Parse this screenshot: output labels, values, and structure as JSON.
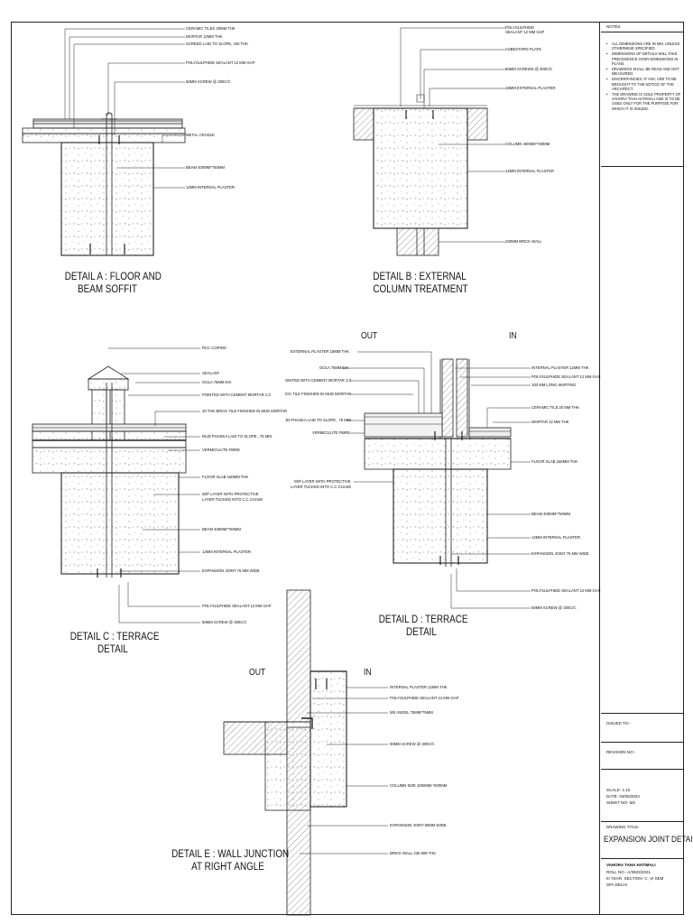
{
  "details": {
    "a": {
      "title_line1": "DETAIL A : FLOOR AND",
      "title_line2": "BEAM SOFFIT",
      "labels": [
        "CERAMIC TILES 20MM THK",
        "MORTAR 12MM THK",
        "SCREED LAID TO SLOPE, 100 THK",
        "POLYSULPHIDE SEALANT 12 MM GAP",
        "50MM SCREW @ 300C/C",
        "METAL CRADLE",
        "BEAM 400MM*750MM",
        "12MM INTERNAL PLASTER"
      ]
    },
    "b": {
      "title_line1": "DETAIL B : EXTERNAL",
      "title_line2": "COLUMN TREATMENT",
      "labels": [
        "POLYSULPHIDE",
        "SEALANT 12 MM GAP",
        "ASBESTORS PLATE",
        "50MM SCREWS @ 300C/C",
        "18MM EXTERNAL PLASTER",
        "COLUMN 400MM*750MM",
        "12MM INTERNAL PLASTER",
        "230MM BRICK WALL"
      ]
    },
    "c": {
      "title_line1": "DETAIL C : TERRACE",
      "title_line2": "DETAIL",
      "labels": [
        "RCC COPING",
        "SEALANT",
        "GOLA 75MM DIA",
        "POINTED WITH CEMENT MORTAR 1:3",
        "40 THK BRICK TILE FINISHED IN MUD MORTAR",
        "MUD PHUSKA LAID TO SLOPE , 75 MIN",
        "VERMICULITE FIBRE",
        "FLOOR SLAB 150MM THK",
        "W/P LAYER WITH PROTECTIVE",
        "LAYER TUCKED INTO C.C.CHASE",
        "BEAM 400MM*750MM",
        "12MM INTERNAL PLASTER",
        "EXPANSION JOINT 75 MM WIDE",
        "POLYSULPHIDE SEALANT 12 MM GAP",
        "50MM SCREW @ 300C/C"
      ]
    },
    "d": {
      "title_line1": "DETAIL D : TERRACE",
      "title_line2": "DETAIL",
      "out": "OUT",
      "in": "IN",
      "labels_left": [
        "EXTERNAL PLASTER 18MM THK",
        "GOLA 75MM DIA",
        "OINTED WITH CEMENT MORTAR 1:3",
        "ICK TILE FINISHED IN MUD MORTAR",
        "JD PHUSKA LAID TO SLOPE , 75 MIN",
        "VERMICULITE FIBRE",
        "W/P LAYER WITH PROTECTIVE",
        "LAYER TUCKED INTO C.C.CHASE"
      ],
      "labels_right": [
        "INTERNAL PLASTER 12MM THK",
        "POLYSULPHIDE SEALANT 12 MM GAP",
        "100 MM LONG SKIRTING",
        "CERAMIC TILE 20 MM THK",
        "MORTAR 12 MM THK",
        "FLOOR SLAB 150MM THK",
        "BEAM 400MM*750MM",
        "12MM INTERNAL PLASTER",
        "EXPANSION JOINT 75 MM WIDE",
        "POLYSULPHIDE SEALANT 12 MM GAP",
        "50MM SCREW @ 300C/C"
      ]
    },
    "e": {
      "title_line1": "DETAIL E : WALL JUNCTION",
      "title_line2": "AT RIGHT ANGLE",
      "out": "OUT",
      "in": "IN",
      "labels": [
        "INTERNAL PLASTER 12MM THK",
        "POLYSULPHIDE SEALANT 12 MM GAP",
        "MS ANGEL 75MM*75MM",
        "50MM SCREW @ 300C/C",
        "COLUMN SIZE 1000MM *600MM",
        "EXPANSION JOINT 80MM WIDE",
        "BRICK WALL 230 MM THK"
      ]
    }
  },
  "title_block": {
    "notes_heading": "NOTES",
    "notes": [
      "ALL DIMENSIONS ARE IN MM, UNLESS OTHERWISE SPECIFIED.",
      "DIMENSIONS OF DETAILS WILL TAKE PRECEDENCE OVER DIMENSIONS IN PLANS.",
      "DRAWINGS SHALL BE READ AND NOT MEASURED.",
      "DISCREPANCIES, IF ANY, ARE TO BE BROUGHT TO THE NOTICE OF THE ARCHITECT.",
      "THE DRAWING IS SOLE PROPERTY OF VAHORA TAHA HATIMALI AND IS TO BE USED ONLY FOR THE PURPOSE FOR WHICH IT IS ISSUED."
    ],
    "issued_to": "ISSUED TO:-",
    "revision_no": "REVISION NO:-",
    "scale": "SCALE- 1:10",
    "date": "DATE- 03/05/2024",
    "sheet_no": "SHEET NO- 6/6",
    "drawing_title_label": "DRAWING TITLE-",
    "drawing_title": "EXPANSION JOINT DETAILS",
    "author": "VAHORA TAHA HATIMALI",
    "roll_no": "ROLL NO.- A/3823/2021",
    "year_section": "III YEAR, SECTION- C, VI SEM",
    "institute": "SPA DELHI"
  }
}
